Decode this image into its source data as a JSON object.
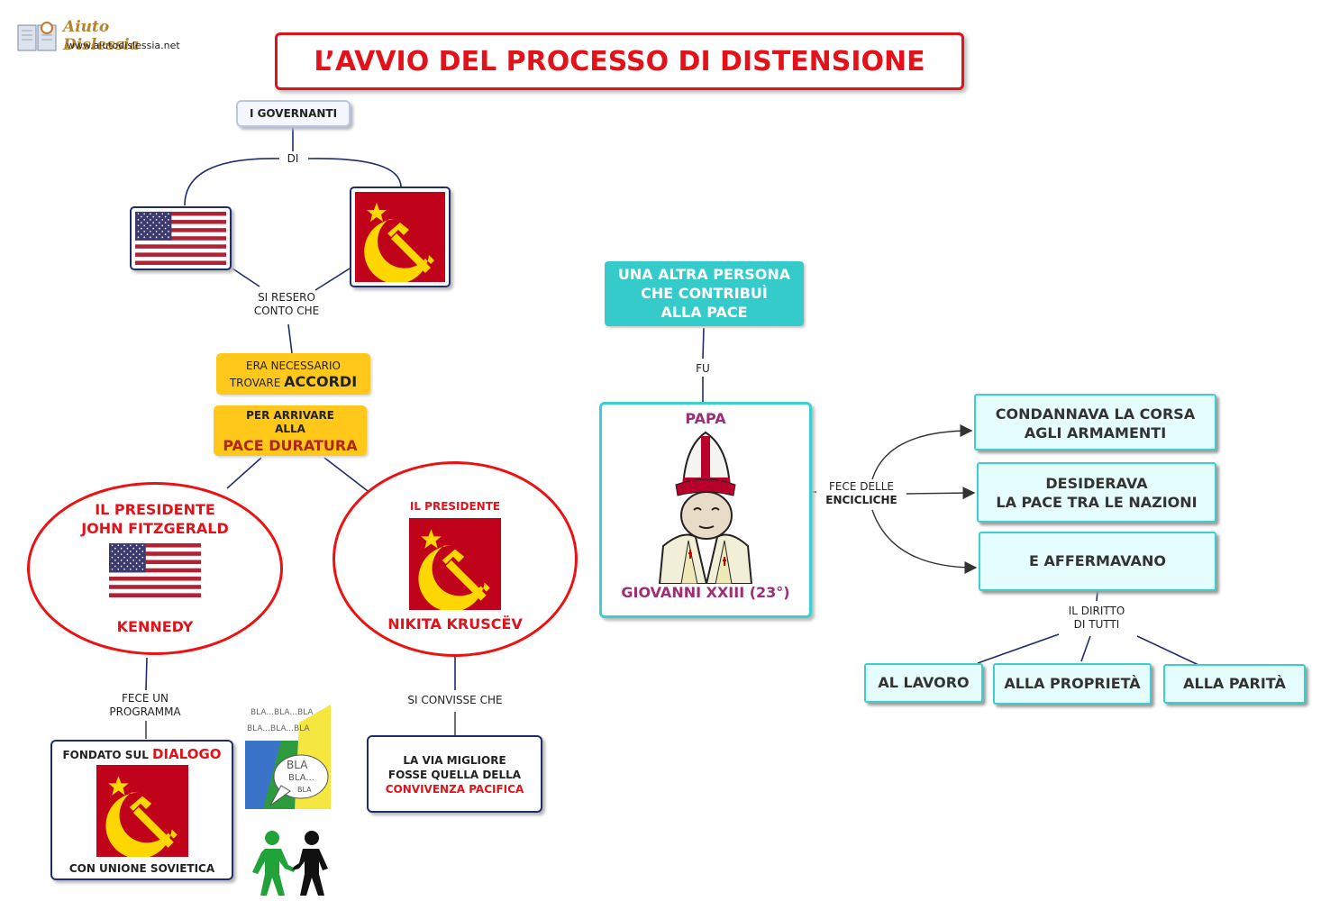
{
  "header": {
    "logo_text": "Aiuto Dislessia",
    "logo_url": "www.aiutodislessia.net",
    "title": "L’AVVIO DEL PROCESSO DI DISTENSIONE"
  },
  "left": {
    "governanti": "I GOVERNANTI",
    "di": "DI",
    "usa_flag": "us-flag",
    "ussr_flag": "ussr-flag",
    "si_resero_1": "SI RESERO",
    "si_resero_2": "CONTO CHE",
    "necessario_1": "ERA NECESSARIO",
    "necessario_2": "TROVARE",
    "accordi": "ACCORDI",
    "per_arrivare_1": "PER ARRIVARE",
    "per_arrivare_2": "ALLA",
    "pace_duratura": "PACE DURATURA",
    "kennedy_title_1": "IL PRESIDENTE",
    "kennedy_title_2": "JOHN FITZGERALD",
    "kennedy_name": "KENNEDY",
    "kruscev_title": "IL PRESIDENTE",
    "kruscev_name": "NIKITA KRUSCËV",
    "fece_un_1": "FECE UN",
    "fece_un_2": "PROGRAMMA",
    "fondato_sul": "FONDATO SUL",
    "dialogo": "DIALOGO",
    "con_unione": "CON UNIONE SOVIETICA",
    "si_convisse": "SI CONVISSE CHE",
    "via_1": "LA VIA MIGLIORE",
    "via_2": "FOSSE QUELLA DELLA",
    "via_3": "CONVIVENZA PACIFICA",
    "bla_lines": [
      "BLA...BLA...BLA",
      "BLA...BLA...BLA",
      "BLA",
      "BLA...",
      "BLA"
    ]
  },
  "right": {
    "altra_1": "UNA ALTRA PERSONA",
    "altra_2": "CHE CONTRIBUÌ",
    "altra_3": "ALLA PACE",
    "fu": "FU",
    "papa": "PAPA",
    "giovanni": "GIOVANNI XXIII (23°)",
    "fece_delle": "FECE DELLE",
    "encicliche": "ENCICLICHE",
    "condannava_1": "CONDANNAVA LA CORSA",
    "condannava_2": "AGLI ARMAMENTI",
    "desiderava_1": "DESIDERAVA",
    "desiderava_2": "LA PACE TRA LE NAZIONI",
    "affermavano": "E AFFERMAVANO",
    "diritto_1": "IL DIRITTO",
    "diritto_2": "DI TUTTI",
    "lavoro": "AL LAVORO",
    "proprieta": "ALLA PROPRIETÀ",
    "parita": "ALLA PARITÀ"
  },
  "colors": {
    "red": "#e3121a",
    "navy": "#1f2d6b",
    "yellow": "#ffc81a",
    "cyan": "#3ccfcf",
    "purple": "#9c2f73",
    "ussr_red": "#c0021b"
  }
}
